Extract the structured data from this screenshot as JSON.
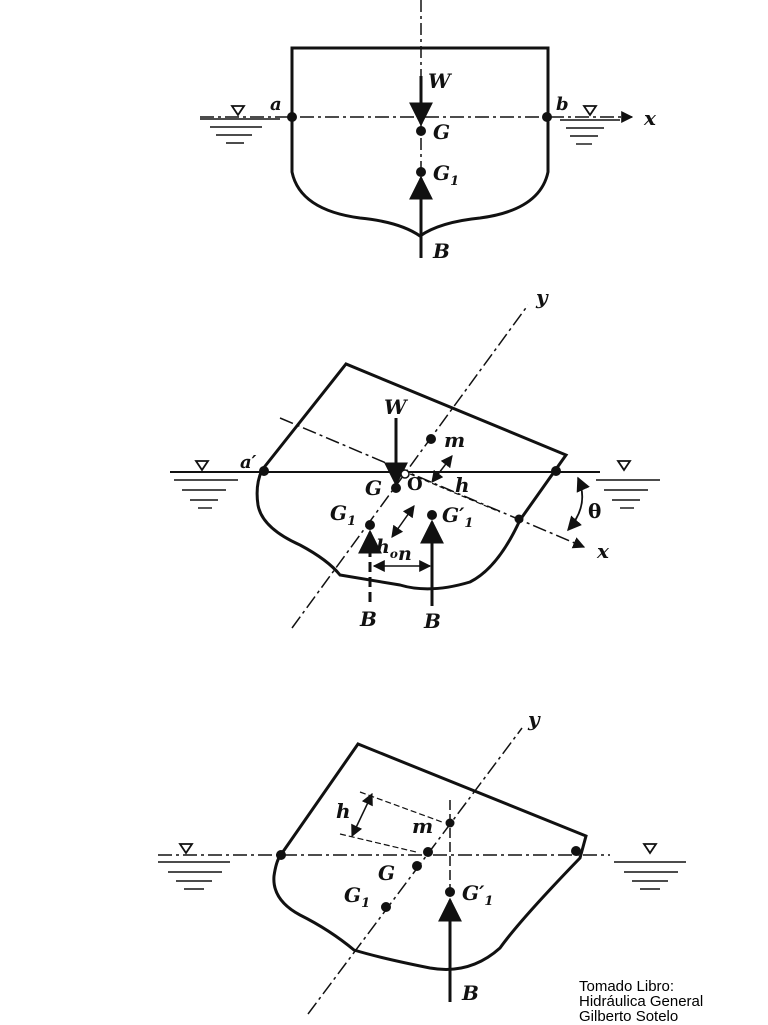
{
  "diagram1": {
    "labels": {
      "a": "a",
      "b": "b",
      "x": "x",
      "W": "W",
      "G": "G",
      "G1": "G",
      "G1_sub": "1",
      "B": "B"
    }
  },
  "diagram2": {
    "labels": {
      "y": "y",
      "a_prime": "a′",
      "W": "W",
      "m": "m",
      "O": "O",
      "h": "h",
      "theta": "θ",
      "G": "G",
      "G1": "G",
      "G1_sub": "1",
      "ho": "h",
      "ho_sub": "o",
      "G1p": "G′",
      "G1p_sub": "1",
      "n": "n",
      "x": "x",
      "B_left": "B",
      "B_right": "B"
    }
  },
  "diagram3": {
    "labels": {
      "y": "y",
      "h": "h",
      "m": "m",
      "G": "G",
      "G1": "G",
      "G1_sub": "1",
      "G1p": "G′",
      "G1p_sub": "1",
      "B": "B"
    }
  },
  "credit": {
    "line1": "Tomado Libro:",
    "line2": "Hidráulica General",
    "line3": "Gilberto Sotelo"
  }
}
